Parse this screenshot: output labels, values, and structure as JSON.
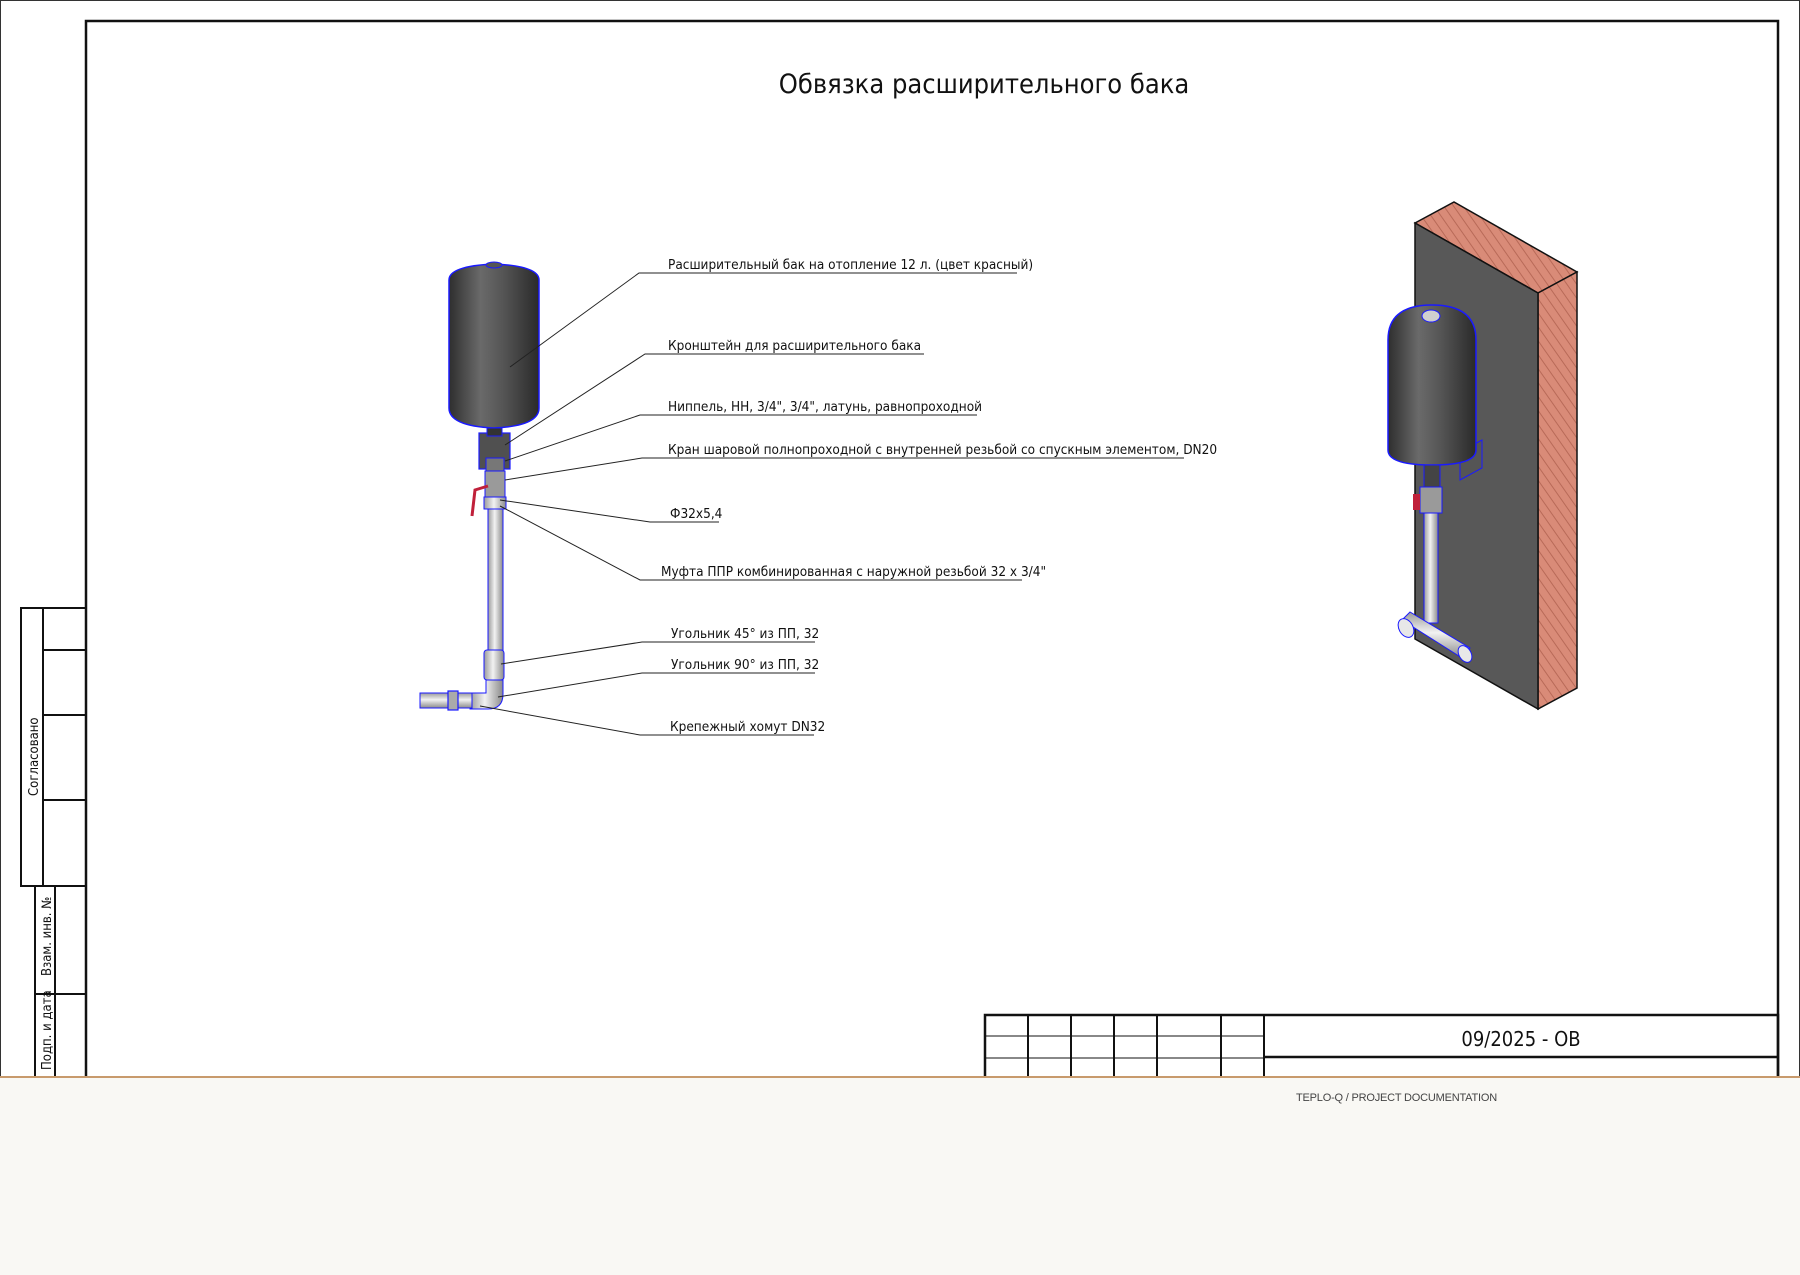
{
  "title": "Обвязка расширительного бака",
  "labels": [
    {
      "id": "tank",
      "text": "Расширительный бак на отопление 12 л. (цвет красный)"
    },
    {
      "id": "bracket",
      "text": "Кронштейн для расширительного бака"
    },
    {
      "id": "nipple",
      "text": "Ниппель, НН, 3/4\", 3/4\", латунь, равнопроходной"
    },
    {
      "id": "valve",
      "text": "Кран шаровой полнопроходной с внутренней резьбой со спускным элементом, DN20"
    },
    {
      "id": "pipe",
      "text": "Ф32х5,4"
    },
    {
      "id": "coupling",
      "text": "Муфта ППР комбинированная с наружной резьбой 32 х 3/4\""
    },
    {
      "id": "elbow45",
      "text": "Угольник 45° из ПП, 32"
    },
    {
      "id": "elbow90",
      "text": "Угольник 90° из ПП, 32"
    },
    {
      "id": "clamp",
      "text": "Крепежный хомут DN32"
    }
  ],
  "sidebar": {
    "approved": "Согласовано",
    "inv_no": "Взам. инв. №",
    "sign_date": "Подп. и дата"
  },
  "title_block": {
    "doc_code": "09/2025 - ОВ"
  },
  "footer": {
    "text": "TEPLO-Q / PROJECT DOCUMENTATION"
  },
  "colors": {
    "tank": "#4f4f4f",
    "wall_face": "#585858",
    "brick": "#d98b78",
    "outline": "#1a1aff",
    "valve_handle": "#c0203a",
    "footer_bg": "#f9f8f4",
    "footer_line": "#c89a6c"
  }
}
